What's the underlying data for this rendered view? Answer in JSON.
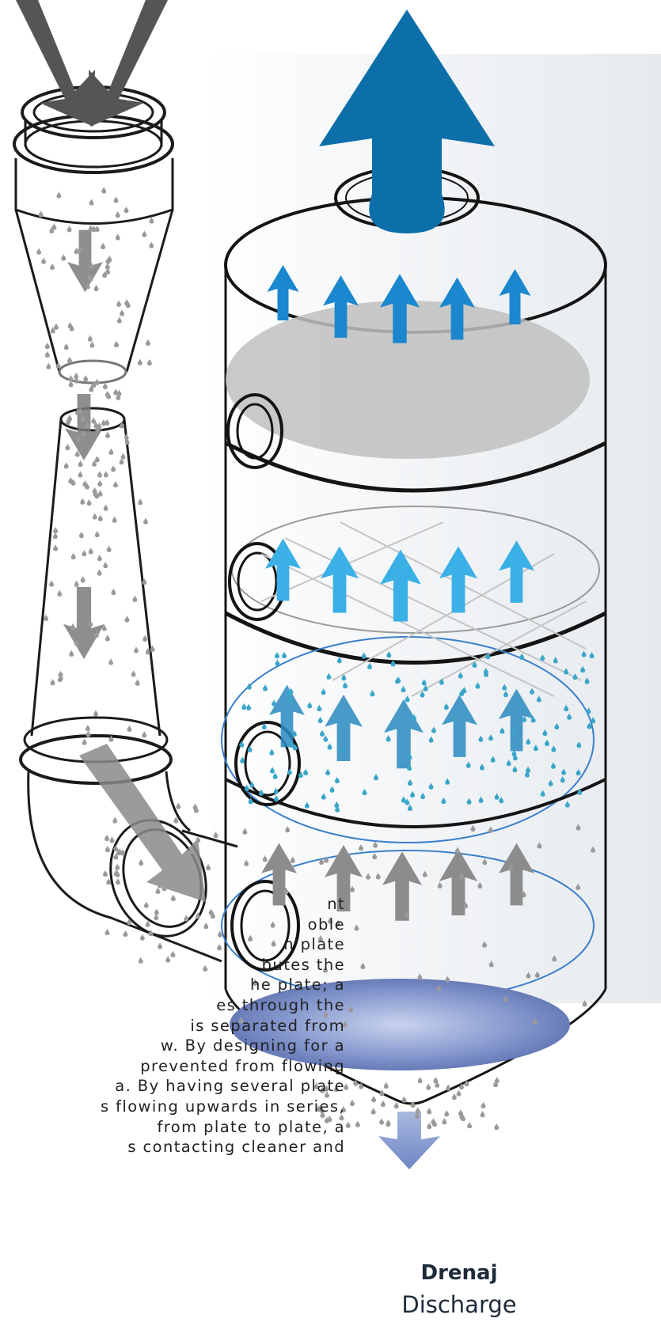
{
  "figure": {
    "type": "plate-scrubber-schematic",
    "flows": [
      "gas-inlet-downward",
      "clean-gas-outlet-upward",
      "liquid-discharge-downward"
    ]
  },
  "description_lines": [
    "nt",
    "oble",
    "n plate",
    "butes the",
    "he plate; a",
    "es through the",
    "is separated from",
    "w. By designing for a",
    "prevented from flowing",
    "a. By having several plate",
    "s flowing upwards in series,",
    "from plate to plate, a",
    "s contacting cleaner and"
  ],
  "labels": {
    "drain_tr": "Drenaj",
    "drain_en": "Discharge"
  },
  "colors": {
    "inlet_arrow": "#555555",
    "outlet_arrow": "#0d6faa",
    "tower_arrow_top": "#1a87cf",
    "tower_arrow_mid": "#3ab0e6",
    "droplet": "#9a9a9a",
    "droplet_blue": "#3aa6c9",
    "liquid_pool": "#7d8fc6"
  }
}
